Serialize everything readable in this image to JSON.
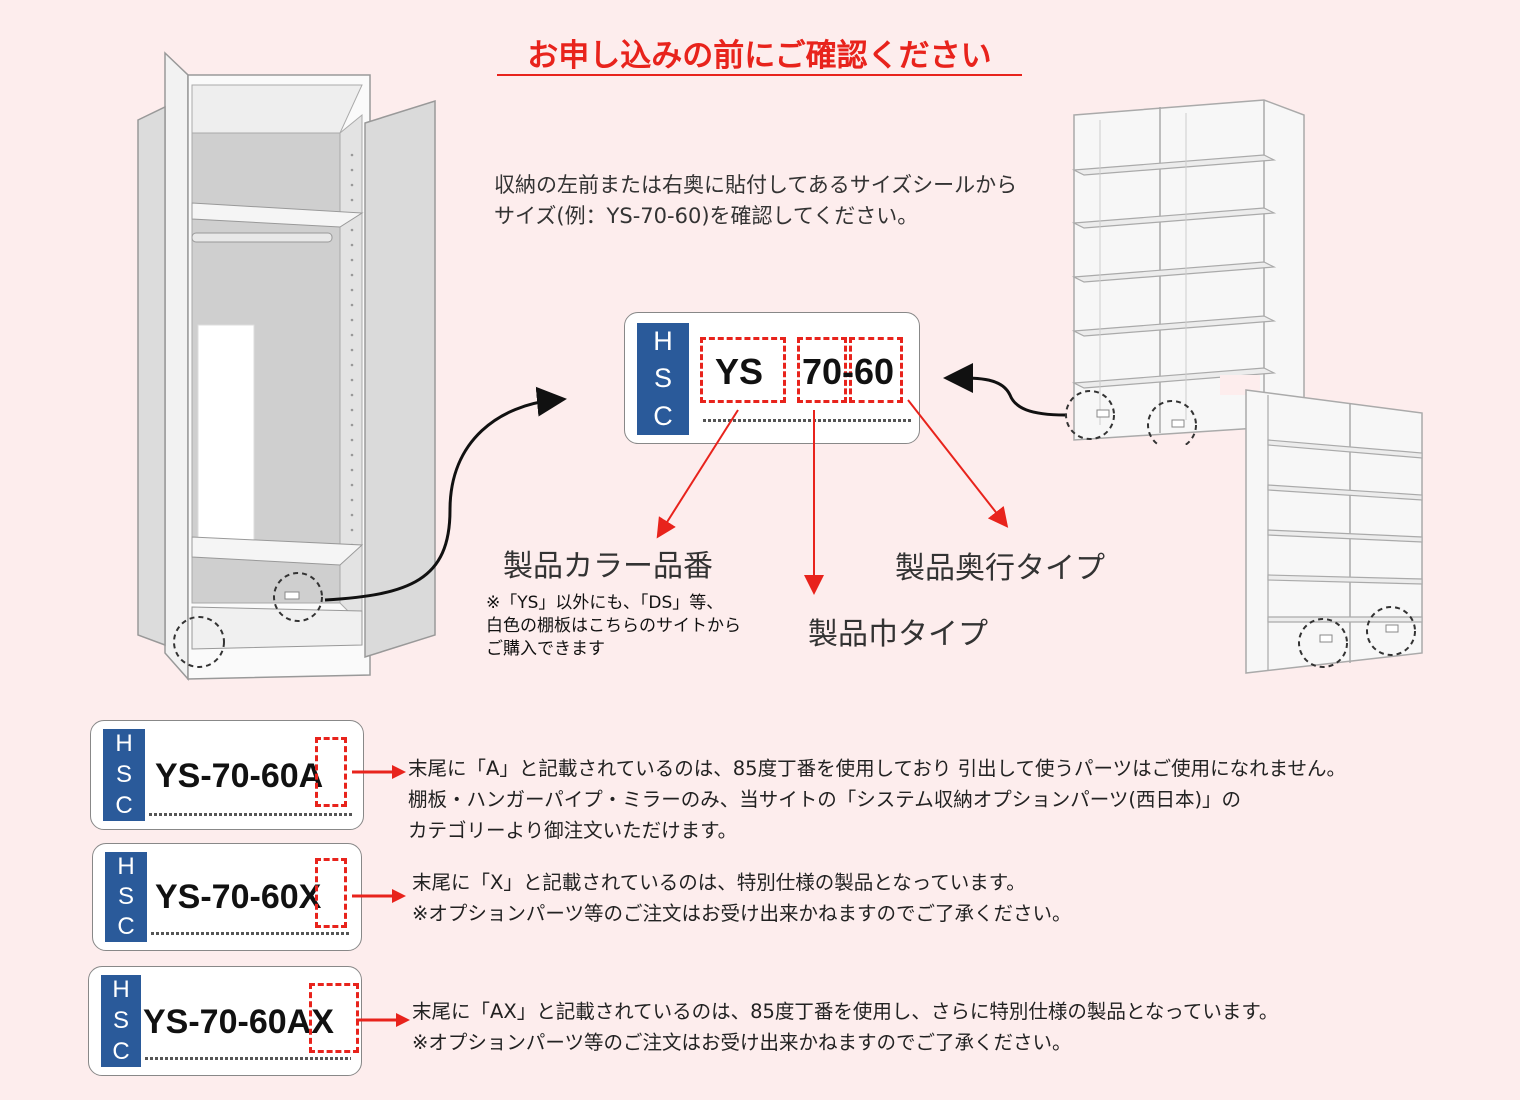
{
  "title": "お申し込みの前にご確認ください",
  "intro": {
    "line1": "収納の左前または右奥に貼付してあるサイズシールから",
    "line2": "サイズ(例：YS-70-60)を確認してください。"
  },
  "label": {
    "logo_letters": [
      "H",
      "S",
      "C"
    ],
    "color_code": "YS",
    "size_code": "70-60"
  },
  "callouts": {
    "color": "製品カラー品番",
    "width": "製品巾タイプ",
    "depth": "製品奥行タイプ"
  },
  "note": {
    "line1": "※「YS」以外にも、「DS」等、",
    "line2": "白色の棚板はこちらのサイトから",
    "line3": "ご購入できます"
  },
  "rows": [
    {
      "code": "YS-70-60",
      "suffix": "A",
      "lines": [
        "末尾に「A」と記載されているのは、85度丁番を使用しており 引出して使うパーツはご使用になれません。",
        "棚板・ハンガーパイプ・ミラーのみ、当サイトの「システム収納オプションパーツ(西日本)」の",
        "カテゴリーより御注文いただけます。"
      ]
    },
    {
      "code": "YS-70-60",
      "suffix": "X",
      "lines": [
        "末尾に「X」と記載されているのは、特別仕様の製品となっています。",
        "※オプションパーツ等のご注文はお受け出来かねますのでご了承ください。"
      ]
    },
    {
      "code": "YS-70-60",
      "suffix": "AX",
      "lines": [
        "末尾に「AX」と記載されているのは、85度丁番を使用し、さらに特別仕様の製品となっています。",
        "※オプションパーツ等のご注文はお受け出来かねますのでご了承ください。"
      ]
    }
  ],
  "colors": {
    "accent": "#e8231c",
    "background": "#fdeded",
    "logo_blue": "#2a5a9a"
  }
}
